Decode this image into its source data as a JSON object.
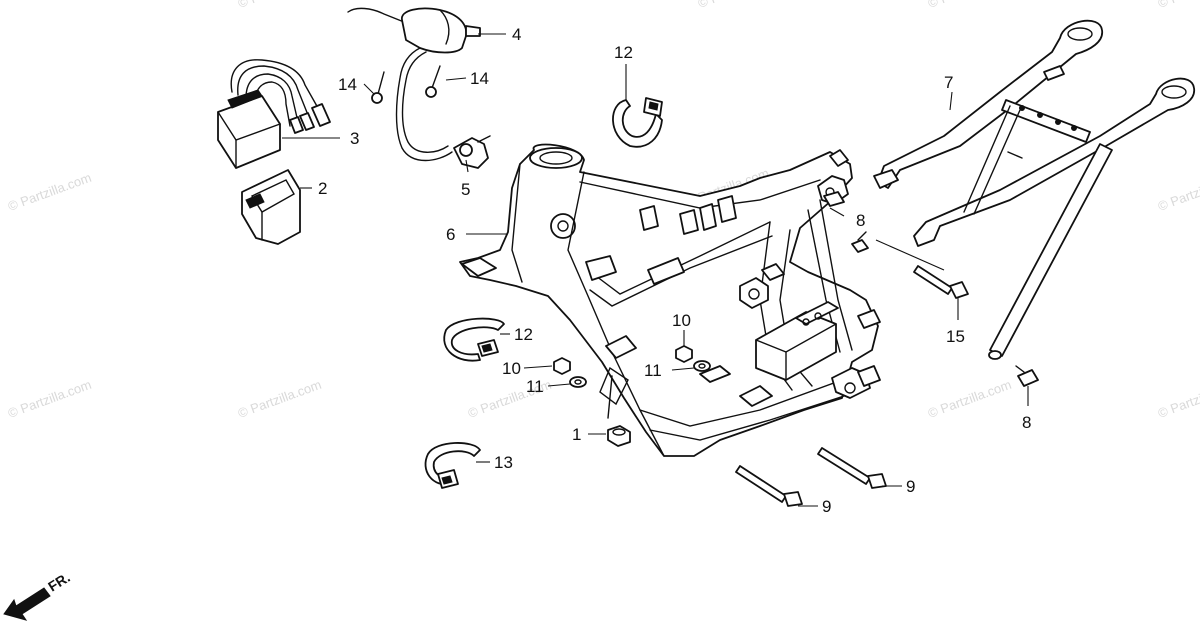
{
  "watermark": "© Partzilla.com",
  "frame_watermark": "Partzilla.com",
  "direction_label": "FR.",
  "callouts": {
    "c1": "1",
    "c2": "2",
    "c3": "3",
    "c4": "4",
    "c5": "5",
    "c6": "6",
    "c7": "7",
    "c8a": "8",
    "c8b": "8",
    "c9a": "9",
    "c9b": "9",
    "c10a": "10",
    "c10b": "10",
    "c11a": "11",
    "c11b": "11",
    "c12a": "12",
    "c12b": "12",
    "c13": "13",
    "c14a": "14",
    "c14b": "14",
    "c15": "15"
  },
  "colors": {
    "line": "#111111",
    "background": "#ffffff",
    "watermark": "#d9d9d9"
  }
}
